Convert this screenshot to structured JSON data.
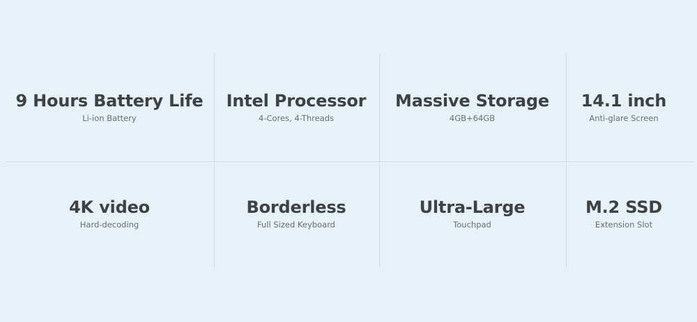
{
  "features": [
    {
      "title": "9 Hours Battery Life",
      "subtitle": "Li-ion Battery"
    },
    {
      "title": "Intel Processor",
      "subtitle": "4-Cores, 4-Threads"
    },
    {
      "title": "Massive Storage",
      "subtitle": "4GB+64GB"
    },
    {
      "title": "14.1 inch",
      "subtitle": "Anti-glare Screen"
    },
    {
      "title": "4K video",
      "subtitle": "Hard-decoding"
    },
    {
      "title": "Borderless",
      "subtitle": "Full Sized Keyboard"
    },
    {
      "title": "Ultra-Large",
      "subtitle": "Touchpad"
    },
    {
      "title": "M.2 SSD",
      "subtitle": "Extension Slot"
    }
  ]
}
